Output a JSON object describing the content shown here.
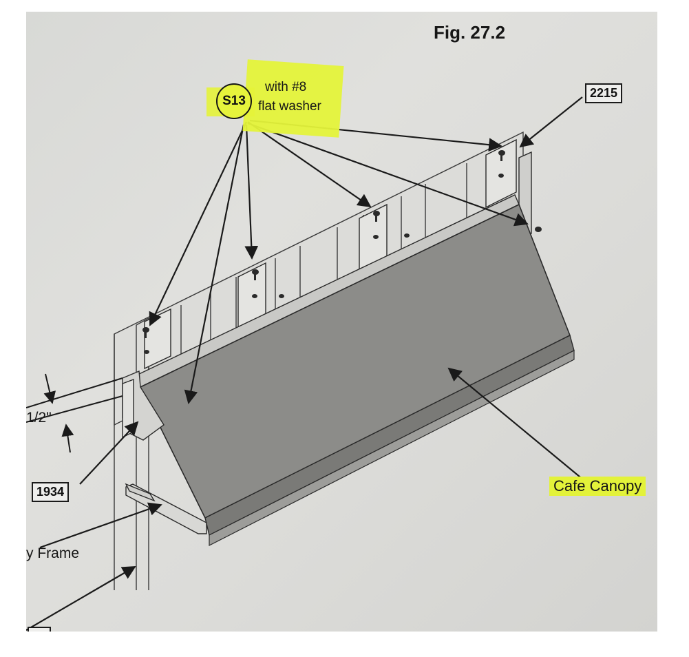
{
  "figure": {
    "title": "Fig. 27.2"
  },
  "callouts": {
    "screw_code": "S13",
    "screw_note_line1": "with #8",
    "screw_note_line2": "flat washer",
    "part_top_right": "2215",
    "part_left": "1934",
    "canopy": "Cafe Canopy",
    "frame": "y Frame",
    "dimension": "1/2\""
  },
  "colors": {
    "highlight": "#e3f23a",
    "line": "#1a1a1a",
    "canopy_fill": "#8c8c89"
  }
}
